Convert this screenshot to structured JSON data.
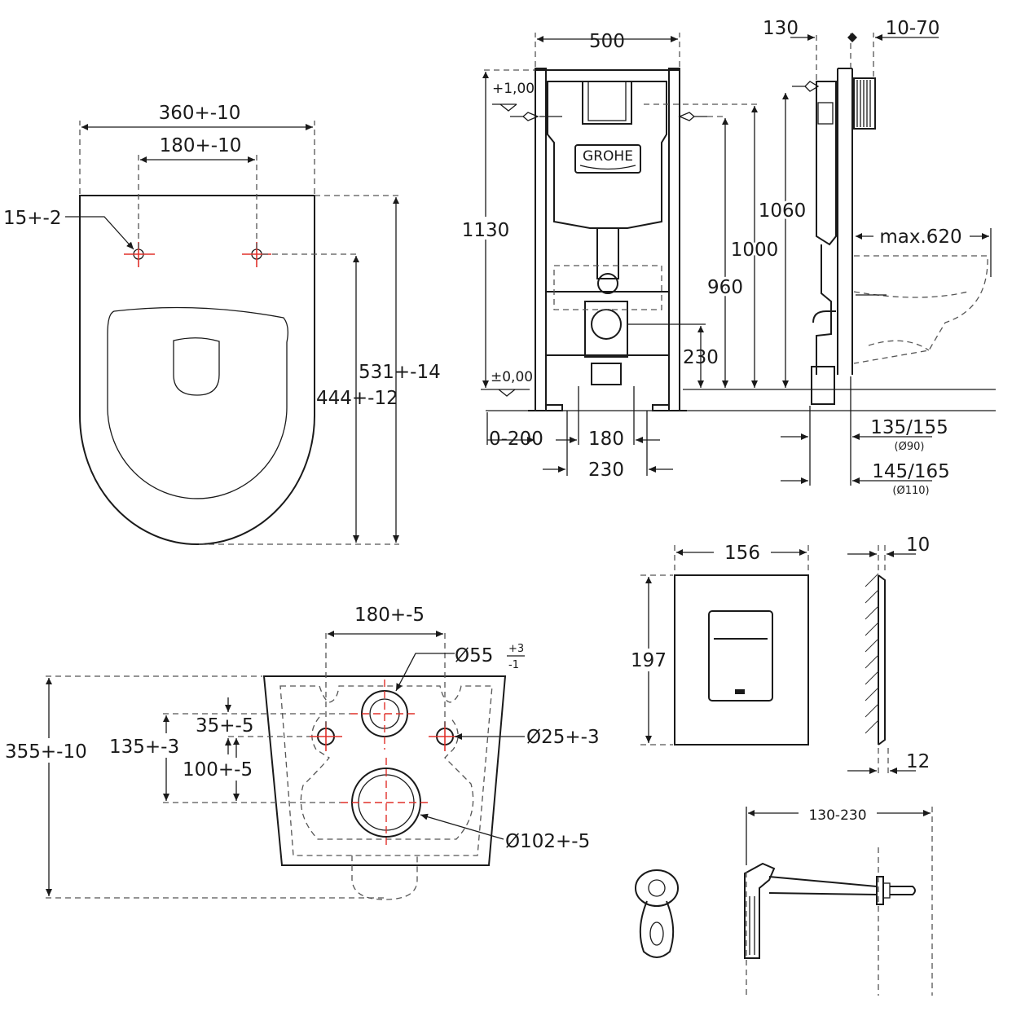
{
  "seat_top_view": {
    "width_total": "360+-10",
    "hole_spacing": "180+-10",
    "hole_diameter": "15+-2",
    "length_outer": "531+-14",
    "length_to_holes": "444+-12"
  },
  "frame_front_view": {
    "width": "500",
    "height_total": "1130",
    "height_top_mark": "1060",
    "height_1000": "1000",
    "height_960": "960",
    "drain_height": "230",
    "level_top": "+1,00",
    "level_floor": "±0,00",
    "bottom_adjust": "0-200",
    "drain_spacing_inner": "180",
    "drain_spacing_outer": "230",
    "brand": "GROHE"
  },
  "frame_side_view": {
    "depth": "130",
    "wall_adjust": "10-70",
    "bowl_projection": "max.620",
    "pipe_90": "135/155",
    "pipe_90_note": "(Ø90)",
    "pipe_110": "145/165",
    "pipe_110_note": "(Ø110)"
  },
  "bowl_rear_view": {
    "hole_spacing": "180+-5",
    "inlet_diameter": "Ø55",
    "inlet_tol_plus": "+3",
    "inlet_tol_minus": "-1",
    "height_total": "355+-10",
    "hole_vertical": "135+-3",
    "inlet_offset": "35+-5",
    "drain_offset": "100+-5",
    "fix_hole_diameter": "Ø25+-3",
    "drain_diameter": "Ø102+-5"
  },
  "flush_plate": {
    "width": "156",
    "height": "197",
    "thickness_top": "10",
    "thickness_bottom": "12"
  },
  "bolt": {
    "length_range": "130-230"
  }
}
